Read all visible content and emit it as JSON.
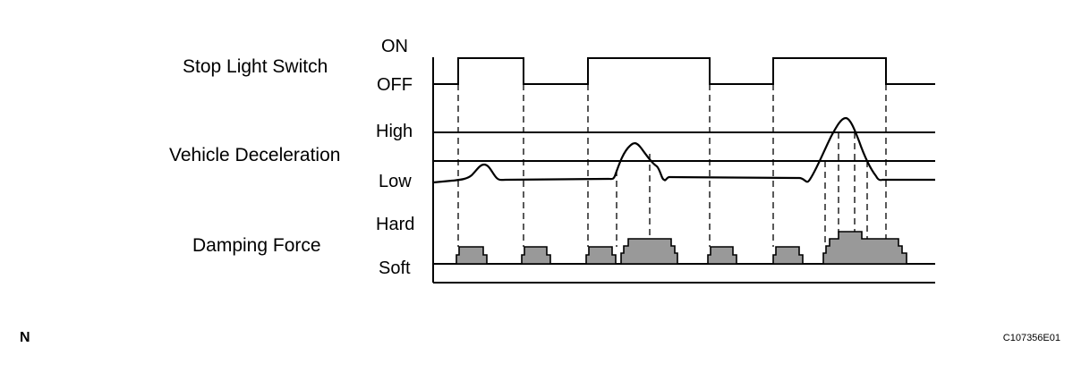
{
  "labels": {
    "stop_light_switch": "Stop Light Switch",
    "vehicle_deceleration": "Vehicle Deceleration",
    "damping_force": "Damping Force"
  },
  "levels": {
    "on": "ON",
    "off": "OFF",
    "high": "High",
    "low": "Low",
    "hard": "Hard",
    "soft": "Soft"
  },
  "corner_mark": "N",
  "figure_code": "C107356E01",
  "colors": {
    "line": "#000000",
    "fill": "#999999",
    "background": "#ffffff"
  }
}
